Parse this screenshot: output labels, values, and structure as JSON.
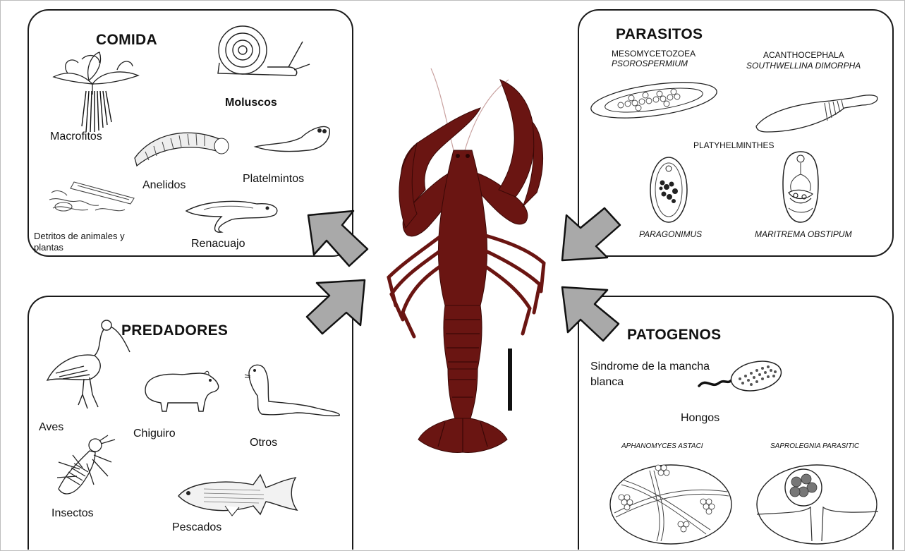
{
  "comida": {
    "title": "COMIDA",
    "items": {
      "macrofitos": "Macrofitos",
      "moluscos": "Moluscos",
      "anelidos": "Anelidos",
      "platelmintos": "Platelmintos",
      "detritos_line1": "Detritos de animales y",
      "detritos_line2": "plantas",
      "renacuajo": "Renacuajo"
    }
  },
  "predadores": {
    "title": "PREDADORES",
    "items": {
      "aves": "Aves",
      "chiguiro": "Chiguiro",
      "otros": "Otros",
      "insectos": "Insectos",
      "pescados": "Pescados"
    }
  },
  "parasitos": {
    "title": "PARASITOS",
    "mesomycetozoea": "MESOMYCETOZOEA",
    "psorospermium": "PSOROSPERMIUM",
    "acanthocephala": "ACANTHOCEPHALA",
    "southwellina": "SOUTHWELLINA DIMORPHA",
    "platyhelminthes": "PLATYHELMINTHES",
    "paragonimus": "PARAGONIMUS",
    "maritrema": "MARITREMA OBSTIPUM"
  },
  "patogenos": {
    "title": "PATOGENOS",
    "sindrome_line1": "Sindrome de la mancha",
    "sindrome_line2": "blanca",
    "hongos": "Hongos",
    "aphanomyces": "APHANOMYCES ASTACI",
    "saprolegnia": "SAPROLEGNIA PARASITIC"
  },
  "colors": {
    "arrow_fill": "#a9a9a9",
    "crayfish": "#6a1512",
    "crayfish_dark": "#3a0806",
    "panel_border": "#1a1a1a"
  },
  "icons": [
    "macrophyte-icon",
    "snail-icon",
    "annelid-icon",
    "flatworm-icon",
    "detritus-icon",
    "tadpole-icon",
    "ibis-icon",
    "capybara-icon",
    "otter-icon",
    "insect-icon",
    "fish-icon",
    "crayfish-icon",
    "scale-bar",
    "psorospermium-icon",
    "southwellina-icon",
    "paragonimus-icon",
    "maritrema-icon",
    "virus-icon",
    "aphanomyces-icon",
    "saprolegnia-icon"
  ]
}
